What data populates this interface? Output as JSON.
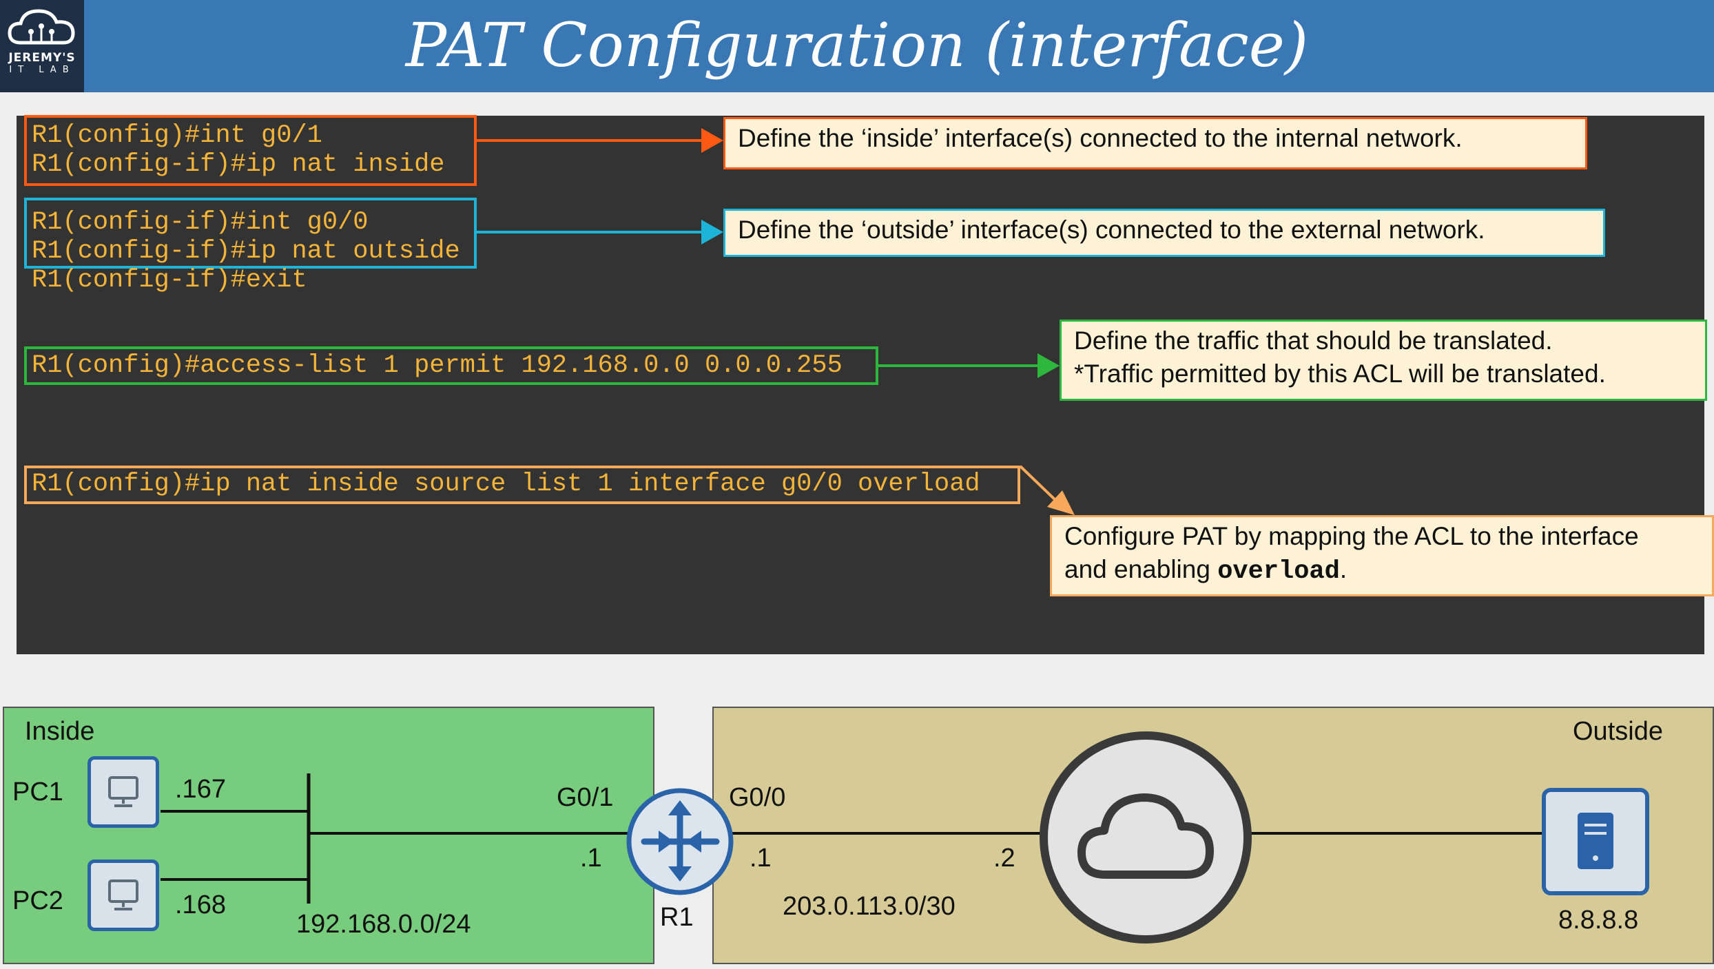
{
  "header": {
    "logo_text": "JEREMY'S",
    "logo_sub": "IT LAB",
    "title": "PAT Configuration (interface)"
  },
  "commands": {
    "line1": "R1(config)#int g0/1",
    "line2": "R1(config-if)#ip nat inside",
    "line3": "R1(config-if)#int g0/0",
    "line4": "R1(config-if)#ip nat outside",
    "line5": "R1(config-if)#exit",
    "line6": "R1(config)#access-list 1 permit 192.168.0.0 0.0.0.255",
    "line7": "R1(config)#ip nat inside source list 1 interface g0/0 overload"
  },
  "notes": {
    "inside": "Define the ‘inside’ interface(s) connected to the internal network.",
    "outside": "Define the ‘outside’ interface(s) connected to the external network.",
    "acl_line1": "Define the traffic that should be translated.",
    "acl_line2": "*Traffic permitted by this ACL will be translated.",
    "pat_line1": "Configure PAT by mapping the ACL to the interface",
    "pat_line2_pre": "and enabling ",
    "pat_line2_code": "overload",
    "pat_line2_post": "."
  },
  "colors": {
    "orange_red": "#ff5a14",
    "cyan": "#1eb4d8",
    "green": "#2db83d",
    "light_orange": "#f7a85a",
    "code_text": "#f4b43a",
    "inside_zone": "#77cc7d",
    "outside_zone": "#d6cb97",
    "device_blue": "#2a63a8"
  },
  "diagram": {
    "inside_label": "Inside",
    "outside_label": "Outside",
    "pc1_label": "PC1",
    "pc2_label": "PC2",
    "pc1_ip": ".167",
    "pc2_ip": ".168",
    "inside_subnet": "192.168.0.0/24",
    "r1_g01": "G0/1",
    "r1_g00": "G0/0",
    "r1_inside_ip": ".1",
    "r1_outside_ip": ".1",
    "r1_label": "R1",
    "isp_ip": ".2",
    "outside_subnet": "203.0.113.0/30",
    "server_ip": "8.8.8.8",
    "icons": [
      "pc-icon",
      "router-icon",
      "cloud-icon",
      "server-icon"
    ]
  }
}
